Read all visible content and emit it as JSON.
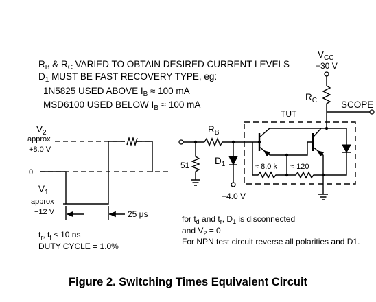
{
  "notes": {
    "line1": {
      "a": "R",
      "a_sub": "B",
      "b": " & R",
      "b_sub": "C",
      "c": " VARIED TO OBTAIN DESIRED CURRENT LEVELS"
    },
    "line2": {
      "a": "D",
      "a_sub": "1",
      "b": " MUST BE FAST RECOVERY TYPE, eg:"
    },
    "line3": {
      "a": "1N5825 USED ABOVE I",
      "a_sub": "B",
      "b": " ≈ 100 mA"
    },
    "line4": {
      "a": "MSD6100 USED BELOW I",
      "a_sub": "B",
      "b": " ≈ 100 mA"
    }
  },
  "supply": {
    "label": "V",
    "label_sub": "CC",
    "value": "−30 V"
  },
  "rc": {
    "label": "R",
    "label_sub": "C"
  },
  "rb": {
    "label": "R",
    "label_sub": "B"
  },
  "scope_label": "SCOPE",
  "tut_label": "TUT",
  "d1": {
    "label": "D",
    "label_sub": "1"
  },
  "r51_label": "51",
  "bias_label": "+4.0 V",
  "r_8k_label": "≈ 8.0 k",
  "r_120_label": "≈ 120",
  "waveform": {
    "v2_label": "V",
    "v2_sub": "2",
    "v2_line1": "approx",
    "v2_line2": "+8.0 V",
    "zero_label": "0",
    "v1_label": "V",
    "v1_sub": "1",
    "v1_line1": "approx",
    "v1_line2": "−12 V",
    "width_label": "25 μs",
    "rise_fall": {
      "a": "t",
      "a_sub": "r",
      "b": ", t",
      "b_sub": "f",
      "c": " ≤ 10 ns"
    },
    "duty": "DUTY CYCLE = 1.0%"
  },
  "footnote": {
    "line1": {
      "a": "for t",
      "a_sub": "d",
      "b": " and t",
      "b_sub": "r",
      "c": ", D",
      "c_sub": "1",
      "d": " is disconnected"
    },
    "line2": {
      "a": "and V",
      "a_sub": "2",
      "b": " = 0"
    },
    "line3": "For NPN test circuit reverse all polarities and D1."
  },
  "caption": "Figure 2. Switching Times Equivalent Circuit"
}
